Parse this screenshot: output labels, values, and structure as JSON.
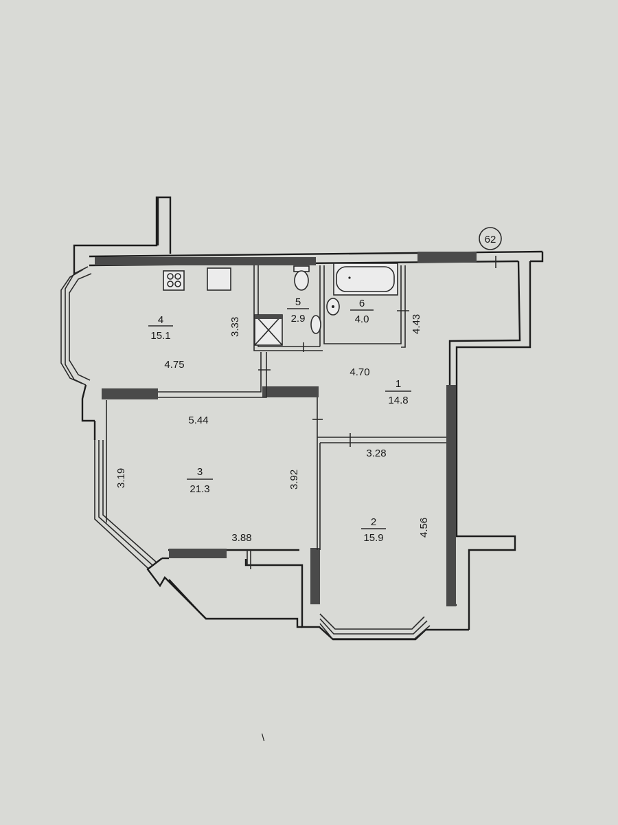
{
  "marker": "62",
  "rooms": [
    {
      "id": "4",
      "area": "15.1",
      "dims": [
        "3.33",
        "4.75"
      ]
    },
    {
      "id": "5",
      "area": "2.9"
    },
    {
      "id": "6",
      "area": "4.0",
      "dims": [
        "4.43"
      ]
    },
    {
      "id": "1",
      "area": "14.8",
      "dims": [
        "4.70"
      ]
    },
    {
      "id": "3",
      "area": "21.3",
      "dims": [
        "5.44",
        "3.19",
        "3.92",
        "3.88"
      ]
    },
    {
      "id": "2",
      "area": "15.9",
      "dims": [
        "3.28",
        "4.56"
      ]
    }
  ],
  "stray_mark": "\\"
}
